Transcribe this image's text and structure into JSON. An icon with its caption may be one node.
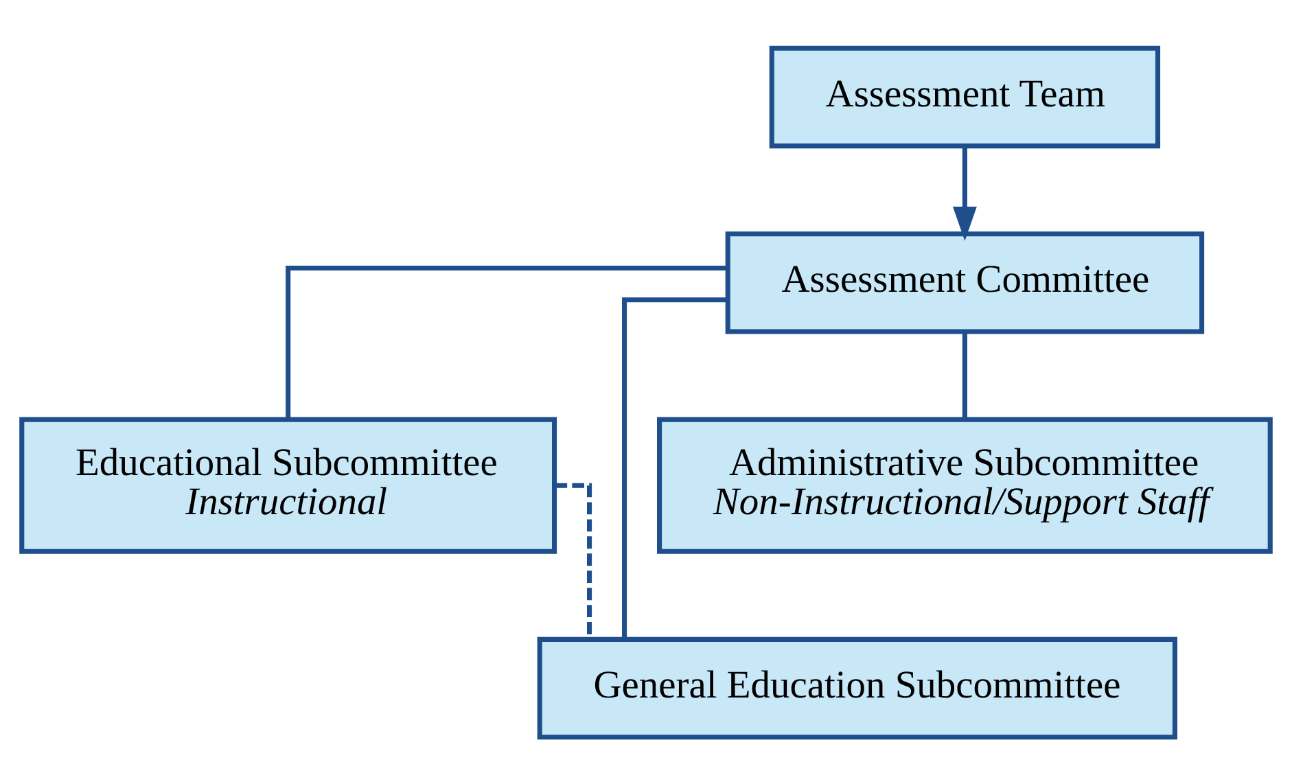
{
  "diagram": {
    "nodes": [
      {
        "text": [
          "Assessment Team"
        ]
      },
      {
        "text": [
          "Assessment Committee"
        ]
      },
      {
        "text": [
          "Educational Subcommittee",
          "Instructional"
        ]
      },
      {
        "text": [
          "Administrative Subcommittee",
          "Non-Instructional/Support Staff"
        ]
      },
      {
        "text": [
          "General Education Subcommittee"
        ]
      }
    ],
    "edges": [
      {
        "from": 0,
        "to": 1,
        "arrow": "to"
      },
      {
        "from": 1,
        "to": 2,
        "arrow": "none"
      },
      {
        "from": 1,
        "to": 3,
        "arrow": "none"
      },
      {
        "from": 1,
        "to": 4,
        "arrow": "none"
      },
      {
        "from": 2,
        "to": 4,
        "arrow": "none",
        "style": "dashed"
      }
    ]
  }
}
